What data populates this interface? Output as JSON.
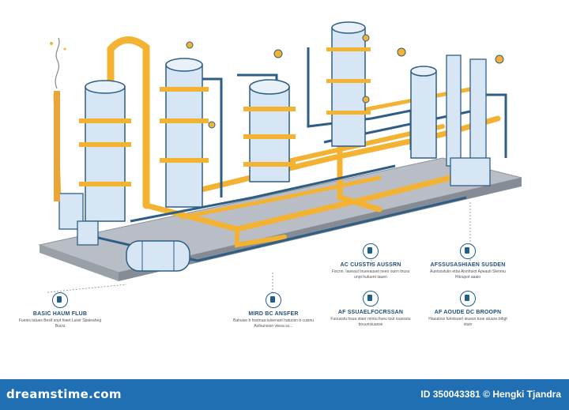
{
  "colors": {
    "pipe_yellow": "#f4b233",
    "pipe_blue": "#2f5e85",
    "vessel_fill": "#d6e6f4",
    "platform": "#b8bcc4",
    "footer": "#1f6fb2",
    "accent_text": "#1f4e79"
  },
  "callouts": [
    {
      "title": "BASIC HAUM FLUB",
      "text": "Fuenis tatues Beslt sopt hiaet Luisir Spaleaheg Buciu",
      "icon": "person-icon"
    },
    {
      "title": "MIRD BC ANSFER",
      "text": "Bahuise b hsstnua tuisenant hatuosn b cuisnu Asfounsion vteoa su...",
      "icon": "gear-icon"
    },
    {
      "title": "AC CUSSTIS AUSSRN",
      "text": "Fiscnn. Iaoeaul Inueeauset neeo ouirn tnuss unpt hutuent tauen",
      "icon": "tower-icon"
    },
    {
      "title": "AFSSUSASHIAEN SUSDEN",
      "text": "Auetssstuiin ettai Aisnhuiot Apeauti Slenmu Hitoupot aaaio",
      "icon": "tank-icon"
    },
    {
      "title": "AF SSUAELFOCRSSAN",
      "text": "Fuousstu hsua staer mmtu fiueu tout iouosstu bouunsiuasse",
      "icon": "document-icon"
    },
    {
      "title": "AF AOUDE DC BROOPN",
      "text": "Hauuioss fuirstsuerl aiuesn tuue atuuss bihgt stuin",
      "icon": "settings-icon"
    }
  ],
  "footer": {
    "brand": "dreamstime.com",
    "credit": "ID 350043381 © Hengki Tjandra"
  }
}
